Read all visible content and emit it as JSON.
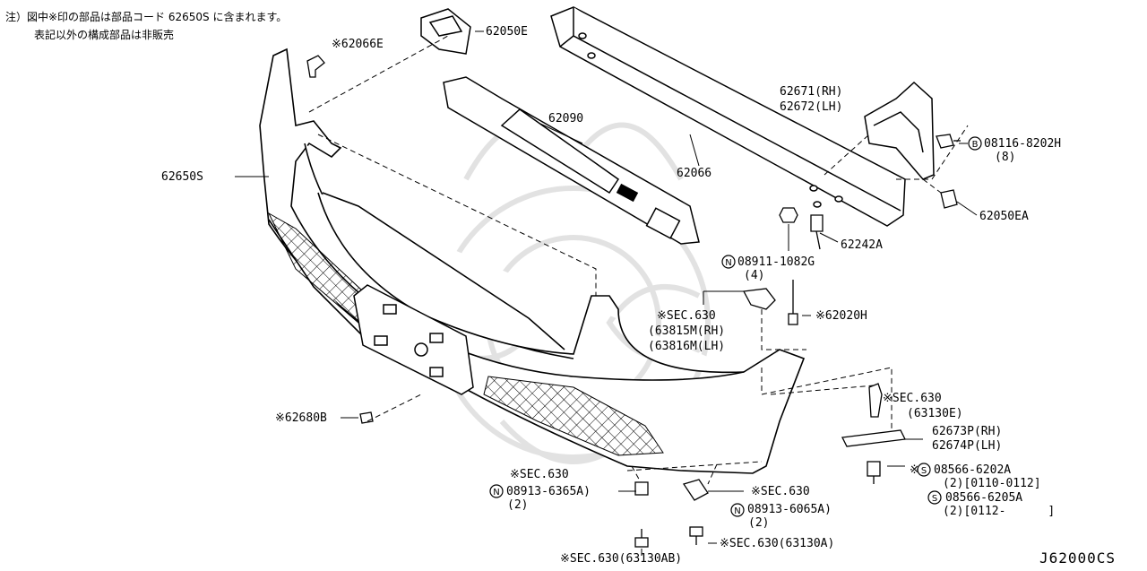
{
  "notes": {
    "line1": "注）図中※印の部品は部品コード 62650S に含まれます。",
    "line2": "表記以外の構成部品は非販売"
  },
  "diagram_code": "J62000CS",
  "labels": {
    "p62066E": "※62066E",
    "p62050E": "62050E",
    "p62650S": "62650S",
    "p62090": "62090",
    "p62066": "62066",
    "p62671": "62671(RH)",
    "p62672": "62672(LH)",
    "bolt08116": "08116-8202H",
    "bolt08116_qty": "(8)",
    "p62050EA": "62050EA",
    "p62242A": "62242A",
    "nut08911": "08911-1082G",
    "nut08911_qty": "(4)",
    "sec630_a": "※SEC.630",
    "p63815M": "(63815M(RH)",
    "p63816M": "(63816M(LH)",
    "p62020H": "※62020H",
    "sec630_b": "※SEC.630",
    "sec630_b_sub": "(63130E)",
    "p62673P": "62673P(RH)",
    "p62674P": "62674P(LH)",
    "p62680B": "※62680B",
    "bolt08566_a": "08566-6202A",
    "bolt08566_a_sub": "(2)[0110-0112]",
    "bolt08566_b": "08566-6205A",
    "bolt08566_b_sub": "(2)[0112-      ]",
    "sec630_c": "※SEC.630",
    "nut08913_a": "08913-6365A)",
    "nut08913_a_qty": "(2)",
    "sec630_d": "※SEC.630",
    "nut08913_b": "08913-6065A)",
    "nut08913_b_qty": "(2)",
    "sec630_e": "※SEC.630(63130A)",
    "sec630_f": "※SEC.630(63130AB)"
  },
  "markers": {
    "B": "B",
    "N": "N",
    "S": "S",
    "X": "※"
  },
  "colors": {
    "line": "#000000",
    "watermark": "#dddddd",
    "background": "#ffffff"
  }
}
